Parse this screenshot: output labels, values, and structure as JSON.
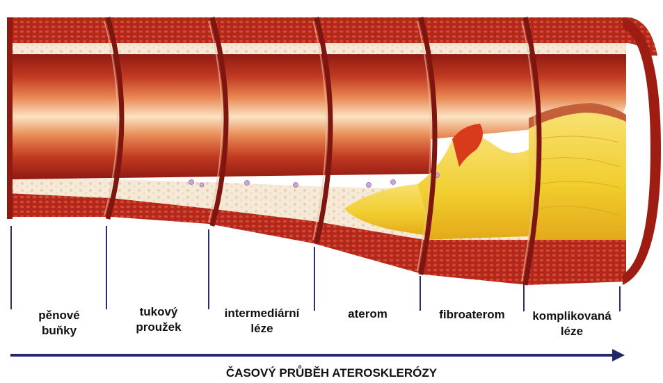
{
  "colors": {
    "muscle": "#b5261e",
    "muscle_dark": "#8c1710",
    "lumen_outer": "#9c1c12",
    "lumen_mid": "#e2774a",
    "lumen_inner": "#fbe6c8",
    "intima": "#f7ecd9",
    "plaque": "#f3d23c",
    "plaque_edge": "#e8a81c",
    "axis": "#1f2a66"
  },
  "stages": [
    {
      "id": "1",
      "label": "pěnové\nbuňky"
    },
    {
      "id": "2",
      "label": "tukový\nproužek"
    },
    {
      "id": "3",
      "label": "intermediární\nléze"
    },
    {
      "id": "4",
      "label": "aterom"
    },
    {
      "id": "5",
      "label": "fibroaterom"
    },
    {
      "id": "6",
      "label": "komplikovaná\nléze"
    }
  ],
  "timeline": {
    "title": "ČASOVÝ PRŮBĚH ATEROSKLERÓZY",
    "direction": "right-arrow"
  }
}
